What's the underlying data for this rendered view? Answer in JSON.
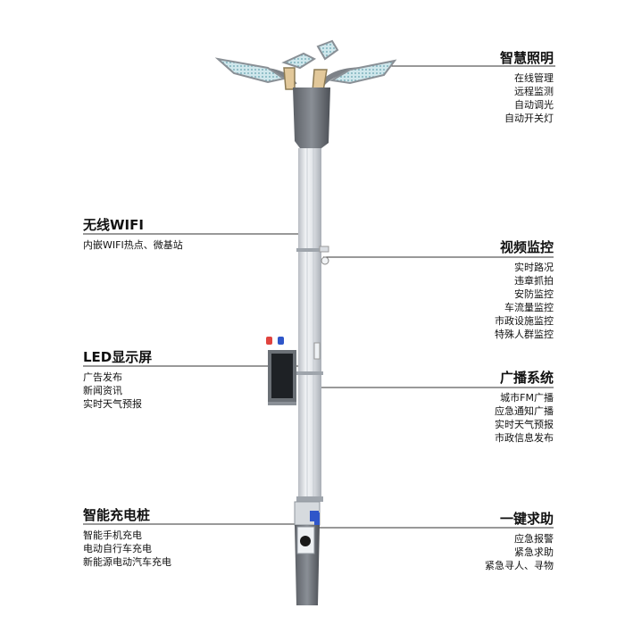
{
  "features": [
    {
      "id": "smart-lighting",
      "title": "智慧照明",
      "items": [
        "在线管理",
        "远程监测",
        "自动调光",
        "自动开关灯"
      ]
    },
    {
      "id": "wifi",
      "title": "无线WIFI",
      "items": [
        "内嵌WIFI热点、微基站"
      ]
    },
    {
      "id": "video",
      "title": "视频监控",
      "items": [
        "实时路况",
        "违章抓拍",
        "安防监控",
        "车流量监控",
        "市政设施监控",
        "特殊人群监控"
      ]
    },
    {
      "id": "led",
      "title": "LED显示屏",
      "items": [
        "广告发布",
        "新闻资讯",
        "实时天气预报"
      ]
    },
    {
      "id": "broadcast",
      "title": "广播系统",
      "items": [
        "城市FM广播",
        "应急通知广播",
        "实时天气预报",
        "市政信息发布"
      ]
    },
    {
      "id": "charging",
      "title": "智能充电桩",
      "items": [
        "智能手机充电",
        "电动自行车充电",
        "新能源电动汽车充电"
      ]
    },
    {
      "id": "sos",
      "title": "一键求助",
      "items": [
        "应急报警",
        "紧急求助",
        "紧急寻人、寻物"
      ]
    }
  ]
}
